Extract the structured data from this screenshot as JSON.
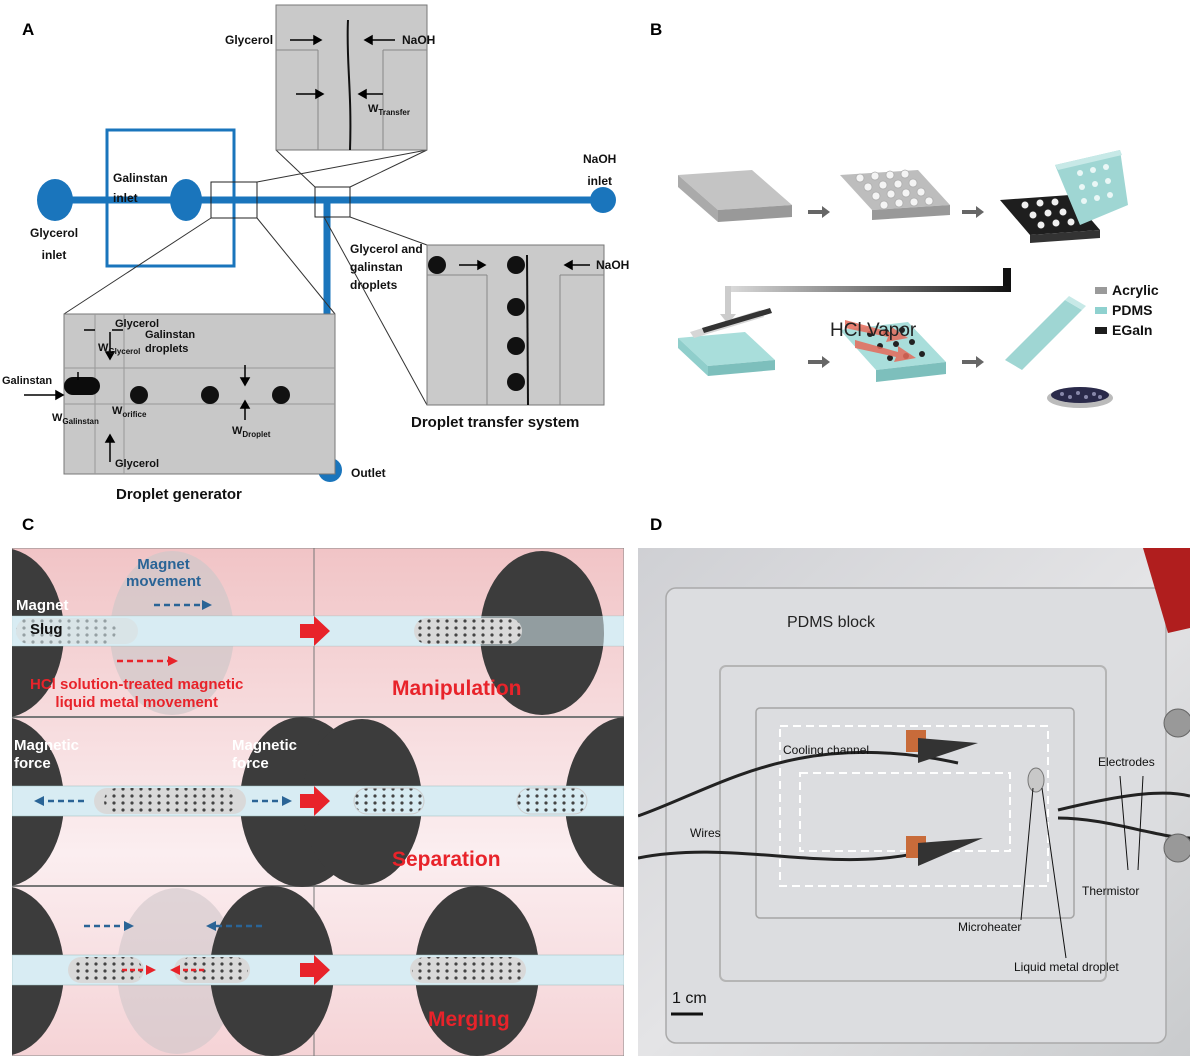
{
  "panels": {
    "a": "A",
    "b": "B",
    "c": "C",
    "d": "D"
  },
  "panel_a": {
    "glycerol_inlet": "Glycerol\ninlet",
    "galinstan_inlet": "Galinstan\ninlet",
    "naoh_inlet": "NaOH\ninlet",
    "outlet": "Outlet",
    "top_glycerol": "Glycerol",
    "top_naoh": "NaOH",
    "w_transfer_w": "W",
    "w_transfer_sub": "Transfer",
    "transfer_glycerol_droplets": "Glycerol and\ngalinstan\ndroplets",
    "transfer_naoh": "NaOH",
    "transfer_caption": "Droplet transfer system",
    "gen_glycerol_top": "Glycerol",
    "gen_glycerol_bottom": "Glycerol",
    "gen_galinstan_droplets": "Galinstan\ndroplets",
    "gen_galinstan": "Galinstan",
    "w": "W",
    "w_glycerol_sub": "Glycerol",
    "w_galinstan_sub": "Galinstan",
    "w_orifice_sub": "orifice",
    "w_droplet_sub": "Droplet",
    "gen_caption": "Droplet generator",
    "channel_color": "#1a75bc"
  },
  "panel_b": {
    "legend": [
      "Acrylic",
      "PDMS",
      "EGaIn"
    ],
    "legend_colors": [
      "#9a9a9a",
      "#8fd1cf",
      "#1c1c1c"
    ],
    "hcl_vapor": "HCl Vapor"
  },
  "panel_c": {
    "magnet": "Magnet",
    "slug": "Slug",
    "magnet_movement": "Magnet\nmovement",
    "hcl_movement": "HCl solution-treated magnetic\nliquid metal movement",
    "manipulation": "Manipulation",
    "magnetic_force_left": "Magnetic\nforce",
    "magnetic_force_right": "Magnetic\nforce",
    "separation": "Separation",
    "merging": "Merging"
  },
  "panel_d": {
    "pdms_block": "PDMS block",
    "cooling_channel": "Cooling channel",
    "electrodes": "Electrodes",
    "wires": "Wires",
    "thermistor": "Thermistor",
    "microheater": "Microheater",
    "liquid_metal_droplet": "Liquid metal droplet",
    "scale": "1 cm"
  }
}
